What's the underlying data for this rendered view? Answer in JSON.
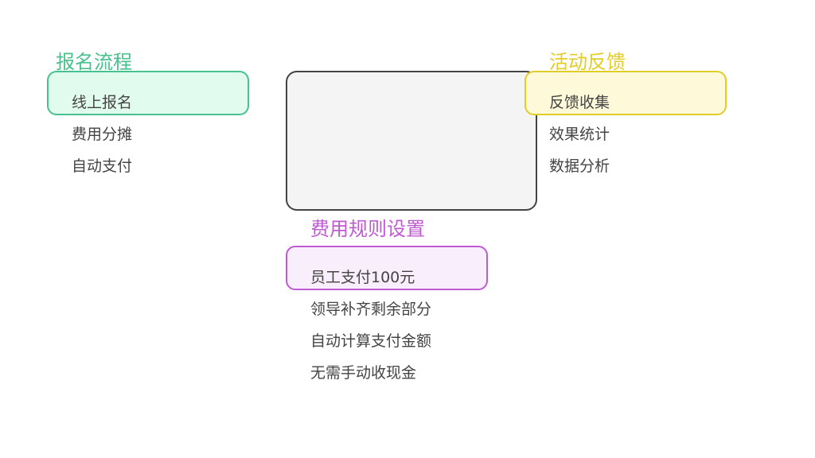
{
  "groups": {
    "registration": {
      "title": "报名流程",
      "items": [
        "线上报名",
        "费用分摊",
        "自动支付"
      ],
      "accent": "#47c18d",
      "fill": "#e2fbef"
    },
    "feedback": {
      "title": "活动反馈",
      "items": [
        "反馈收集",
        "效果统计",
        "数据分析"
      ],
      "accent": "#e3cc25",
      "fill": "#fdf9d9"
    },
    "fee_rules": {
      "title": "费用规则设置",
      "items": [
        "员工支付100元",
        "领导补齐剩余部分",
        "自动计算支付金额",
        "无需手动收现金"
      ],
      "accent": "#bf5ad2",
      "fill": "#f8eefc"
    }
  },
  "center_box": {
    "fill": "#f4f4f4",
    "border": "#444444"
  },
  "text_color": "#444444"
}
